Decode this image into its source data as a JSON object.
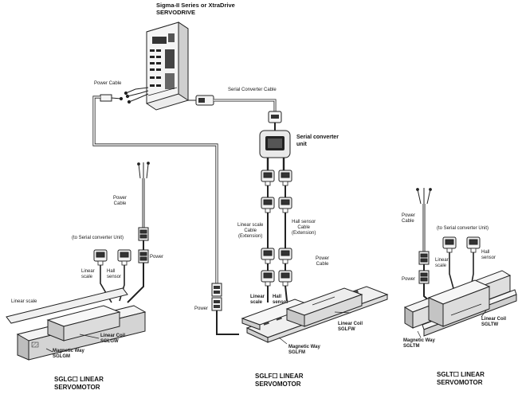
{
  "servodrive": {
    "title_line1": "Sigma-II Series or XtraDrive",
    "title_line2": "SERVODRIVE"
  },
  "cables": {
    "power_cable": "Power Cable",
    "serial_converter_cable": "Serial Converter Cable"
  },
  "serial_converter": {
    "line1": "Serial converter",
    "line2": "unit"
  },
  "sglg": {
    "power_cable_l1": "Power",
    "power_cable_l2": "Cable",
    "to_serial": "(to Serial  converter  Unit)",
    "power": "Power",
    "linear_scale_l1": "Linear",
    "linear_scale_l2": "scale",
    "hall_sensor_l1": "Hall",
    "hall_sensor_l2": "sensor",
    "linear_scale_bar": "Linear scale",
    "linear_coil_l1": "Linear Coil",
    "linear_coil_l2": "SGLGW",
    "magnetic_way_l1": "Magnetic Way",
    "magnetic_way_l2": "SGLGM",
    "caption_l1": "SGLG☐ LINEAR",
    "caption_l2": "SERVOMOTOR"
  },
  "sglf": {
    "linear_scale_cable_l1": "Linear scale",
    "linear_scale_cable_l2": "Cable",
    "linear_scale_cable_l3": "(Extension)",
    "hall_sensor_cable_l1": "Hall sensor",
    "hall_sensor_cable_l2": "Cable",
    "hall_sensor_cable_l3": "(Extension)",
    "power_cable_l1": "Power",
    "power_cable_l2": "Cable",
    "power": "Power",
    "linear_scale_l1": "Linear",
    "linear_scale_l2": "scale",
    "hall_sensor_l1": "Hall",
    "hall_sensor_l2": "sensor",
    "linear_coil_l1": "Linear Coil",
    "linear_coil_l2": "SGLFW",
    "magnetic_way_l1": "Magnetic Way",
    "magnetic_way_l2": "SGLFM",
    "caption_l1": "SGLF☐ LINEAR",
    "caption_l2": "SERVOMOTOR"
  },
  "sglt": {
    "power_cable_l1": "Power",
    "power_cable_l2": "Cable",
    "to_serial": "(to Serial converter  Unit)",
    "linear_scale_l1": "Linear",
    "linear_scale_l2": "scale",
    "hall_sensor_l1": "Hall",
    "hall_sensor_l2": "sensor",
    "power": "Power",
    "linear_coil_l1": "Linear Coil",
    "linear_coil_l2": "SGLTW",
    "magnetic_way_l1": "Magnetic Way",
    "magnetic_way_l2": "SGLTM",
    "caption_l1": "SGLT☐ LINEAR",
    "caption_l2": "SERVOMOTOR"
  },
  "colors": {
    "line": "#222222",
    "cable_fill": "#f4f4f4",
    "body_fill": "#e9e9e9",
    "dark_fill": "#3a3a3a"
  }
}
